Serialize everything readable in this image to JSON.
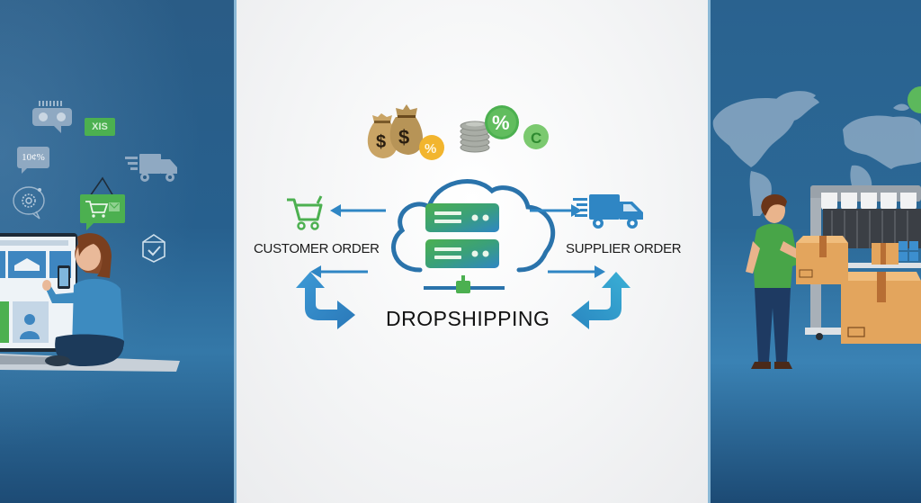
{
  "diagram": {
    "title": "DROPSHIPPING",
    "left_label": "CUSTOMER ORDER",
    "right_label": "SUPPLIER ORDER",
    "nodes": [
      {
        "id": "customer",
        "label": "CUSTOMER ORDER",
        "icon": "shopping-cart-icon"
      },
      {
        "id": "hub",
        "label": "DROPSHIPPING",
        "icon": "cloud-server-icon"
      },
      {
        "id": "supplier",
        "label": "SUPPLIER ORDER",
        "icon": "delivery-truck-icon"
      }
    ],
    "edges": [
      {
        "from": "hub",
        "to": "customer",
        "style": "arrow-left"
      },
      {
        "from": "hub",
        "to": "supplier",
        "style": "arrow-right"
      },
      {
        "from": "customer",
        "to": "hub",
        "style": "curved-return-arrow"
      },
      {
        "from": "supplier",
        "to": "hub",
        "style": "curved-return-arrow"
      }
    ]
  },
  "top_icons": {
    "money_bag_symbol": "$",
    "percent_symbol": "%",
    "coin_symbol": "C"
  },
  "left_panel": {
    "badge_text": "XIS",
    "percent_bubble_text": "10¢%",
    "scene": "woman-using-laptop"
  },
  "right_panel": {
    "scene": "worker-loading-boxes-world-map"
  },
  "colors": {
    "blue_panel": "#27608e",
    "accent_blue": "#2f86c4",
    "accent_green": "#4cb050",
    "cloud_outline": "#2a73ab",
    "money_bag": "#c9a465",
    "percent_coin": "#f2b52e",
    "center_bg": "#f2f3f4"
  }
}
